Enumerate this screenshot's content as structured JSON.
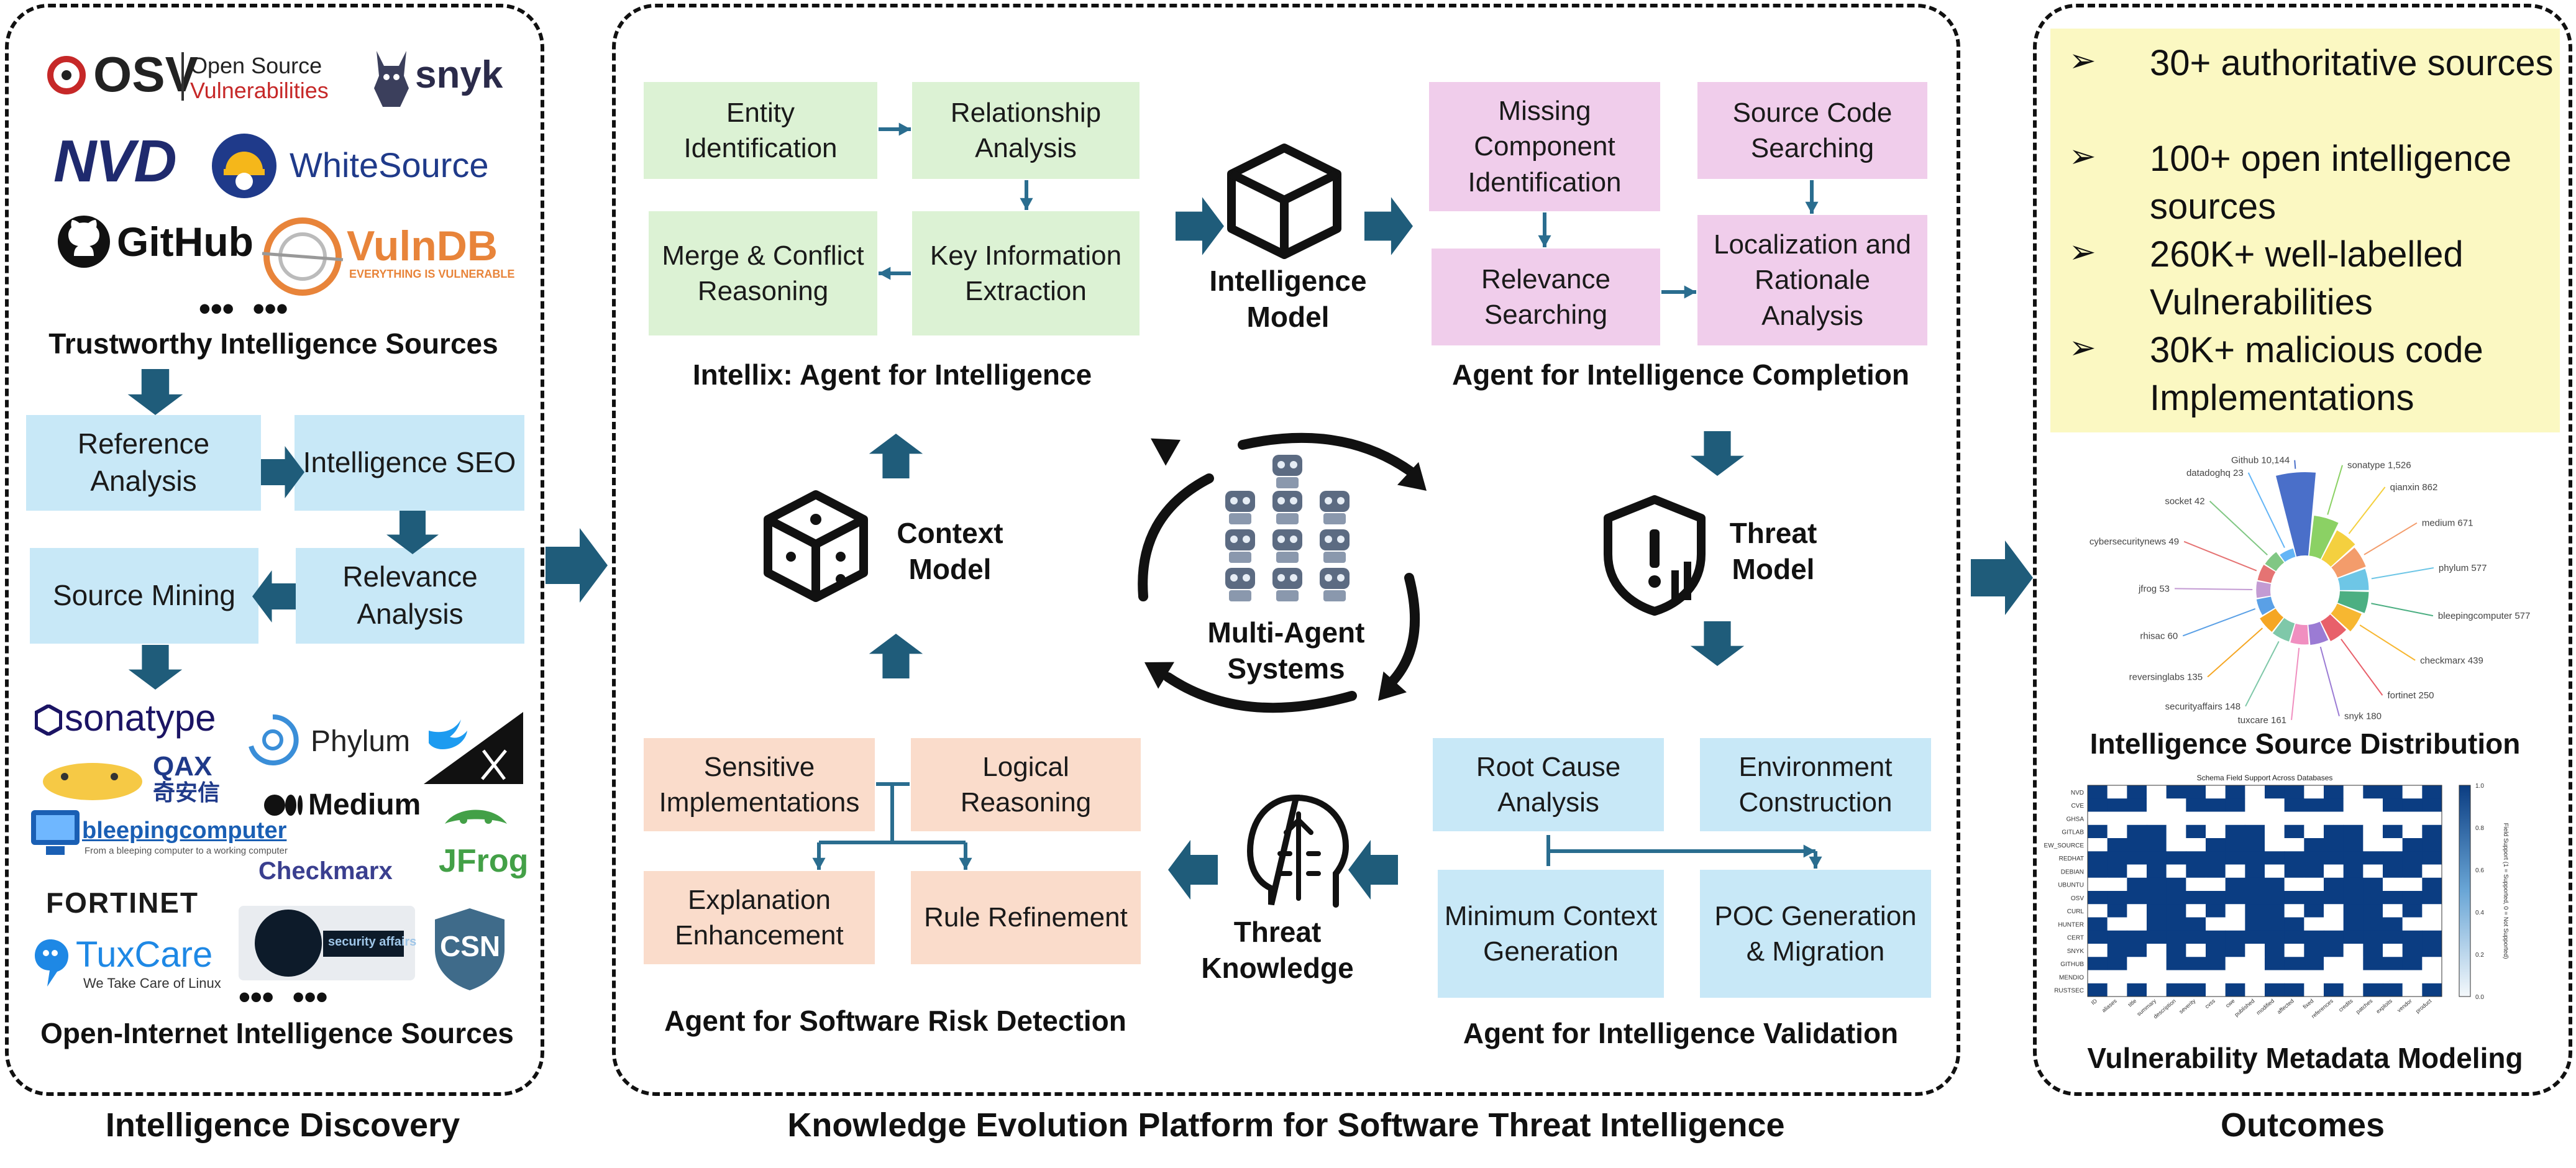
{
  "colors": {
    "arrow": "#1f5c7a",
    "arrow_thin": "#2a6d8f",
    "green_box": "#dcf2d4",
    "pink_box": "#f0cdeb",
    "blue_box": "#c8e8f7",
    "peach_box": "#fadccb",
    "outcome_panel": "#fbf8c2"
  },
  "discovery": {
    "section_label": "Intelligence Discovery",
    "trustworthy_label": "Trustworthy Intelligence Sources",
    "open_label": "Open-Internet Intelligence Sources",
    "ellipsis": "•••  •••",
    "trusted_logos": {
      "osv": "OSV",
      "osv_line1": "Open Source",
      "osv_line2": "Vulnerabilities",
      "snyk": "snyk",
      "nvd": "NVD",
      "whitesource": "WhiteSource",
      "github": "GitHub",
      "vulndb": "VulnDB",
      "vulndb_tagline": "EVERYTHING IS VULNERABLE"
    },
    "steps": {
      "reference": "Reference Analysis",
      "seo": "Intelligence SEO",
      "source_mining": "Source Mining",
      "relevance": "Relevance Analysis"
    },
    "open_logos": {
      "sonatype": "sonatype",
      "phylum": "Phylum",
      "qax": "QAX",
      "qax_cn": "奇安信",
      "medium": "Medium",
      "bleeping": "bleepingcomputer",
      "bleeping_tagline": "From a bleeping computer to a working computer",
      "checkmarx": "Checkmarx",
      "jfrog": "JFrog",
      "fortinet": "FORTINET",
      "tuxcare": "TuxCare",
      "tuxcare_tagline": "We Take Care of Linux",
      "security_affairs": "security affairs",
      "csn": "CSN",
      "x": "X"
    }
  },
  "platform": {
    "section_label": "Knowledge Evolution Platform for Software Threat Intelligence",
    "intellix": {
      "label": "Intellix: Agent for Intelligence",
      "entity": "Entity Identification",
      "relationship": "Relationship Analysis",
      "merge": "Merge & Conflict Reasoning",
      "key": "Key Information Extraction"
    },
    "completion": {
      "label": "Agent for Intelligence Completion",
      "missing": "Missing Component Identification",
      "source_code": "Source Code Searching",
      "relevance": "Relevance Searching",
      "localization": "Localization and Rationale Analysis"
    },
    "validation": {
      "label": "Agent for Intelligence Validation",
      "root_cause": "Root Cause Analysis",
      "environment": "Environment Construction",
      "minimum": "Minimum Context Generation",
      "poc": "POC Generation & Migration"
    },
    "risk": {
      "label": "Agent for Software Risk Detection",
      "sensitive": "Sensitive Implementations",
      "logical": "Logical Reasoning",
      "explanation": "Explanation Enhancement",
      "rule": "Rule Refinement"
    },
    "models": {
      "intelligence": "Intelligence Model",
      "context": "Context Model",
      "threat": "Threat Model",
      "threat_knowledge": "Threat Knowledge",
      "multi_agent": "Multi-Agent Systems"
    }
  },
  "outcomes": {
    "section_label": "Outcomes",
    "bullet_glyph": "➢",
    "items": [
      "30+ authoritative sources",
      "100+ open intelligence sources",
      "260K+ well-labelled Vulnerabilities",
      "30K+ malicious code Implementations"
    ],
    "distribution_label": "Intelligence Source Distribution",
    "metadata_label": "Vulnerability Metadata Modeling",
    "heatmap_title": "Schema Field Support Across Databases",
    "heatmap_colorbar_label": "Field Support (1 = Supported, 0 = Not Supported)",
    "heatmap_colorbar_ticks": [
      "1.0",
      "0.8",
      "0.6",
      "0.4",
      "0.2",
      "0.0"
    ],
    "heatmap_rows": [
      "NVD",
      "CVE",
      "GHSA",
      "GITLAB",
      "NEW_SOURCE",
      "REDHAT",
      "DEBIAN",
      "UBUNTU",
      "OSV",
      "CURL",
      "HUNTER",
      "CERT",
      "SNYK",
      "GITHUB",
      "MENDIO",
      "RUSTSEC"
    ],
    "heatmap_cols": [
      "ID",
      "aliases",
      "title",
      "summary",
      "description",
      "severity",
      "cvss",
      "cwe",
      "published",
      "modified",
      "affected",
      "fixed",
      "references",
      "credits",
      "patches",
      "exploits",
      "vendor",
      "product"
    ]
  },
  "chart_data": {
    "type": "pie",
    "title": "",
    "categories": [
      "Github",
      "sonatype",
      "qianxin",
      "medium",
      "phylum",
      "bleepingcomputer",
      "checkmarx",
      "fortinet",
      "snyk",
      "tuxcare",
      "securityaffairs",
      "reversinglabs",
      "rhisac",
      "jfrog",
      "cybersecuritynews",
      "socket",
      "datadoghq"
    ],
    "values": [
      10144,
      1526,
      862,
      671,
      577,
      577,
      439,
      250,
      180,
      161,
      148,
      135,
      60,
      53,
      49,
      42,
      23
    ],
    "labels": [
      "Github 10,144",
      "sonatype 1,526",
      "qianxin 862",
      "medium 671",
      "phylum 577",
      "bleepingcomputer 577",
      "checkmarx 439",
      "fortinet 250",
      "snyk 180",
      "tuxcare 161",
      "securityaffairs 148",
      "reversinglabs 135",
      "rhisac 60",
      "jfrog 53",
      "cybersecuritynews 49",
      "socket 42",
      "datadoghq 23"
    ],
    "slice_colors": [
      "#4a6fc9",
      "#8bd164",
      "#f4d03f",
      "#f39c6b",
      "#6ec6e6",
      "#4caf82",
      "#f7b731",
      "#e8606a",
      "#9b7bd4",
      "#f08fc0",
      "#7fc8a9",
      "#f5a623",
      "#5aa0e6",
      "#c39bd3",
      "#e57373",
      "#81c784",
      "#64b5f6"
    ]
  }
}
